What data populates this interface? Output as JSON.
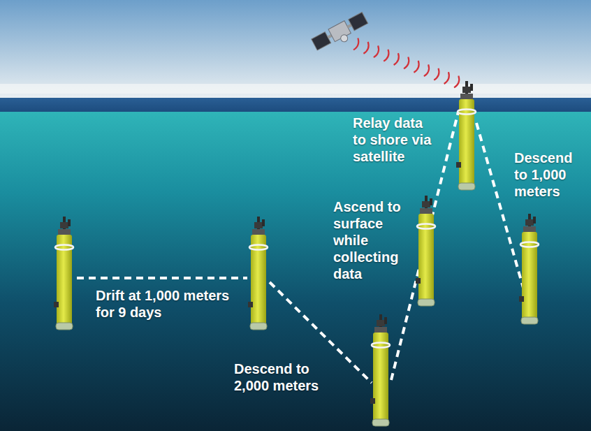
{
  "diagram": {
    "labels": [
      "Relay data to shore via satellite",
      "Descend to 1,000 meters",
      "Ascend to surface while collecting data",
      "Drift at 1,000 meters for 9 days",
      "Descend to 2,000 meters"
    ]
  }
}
